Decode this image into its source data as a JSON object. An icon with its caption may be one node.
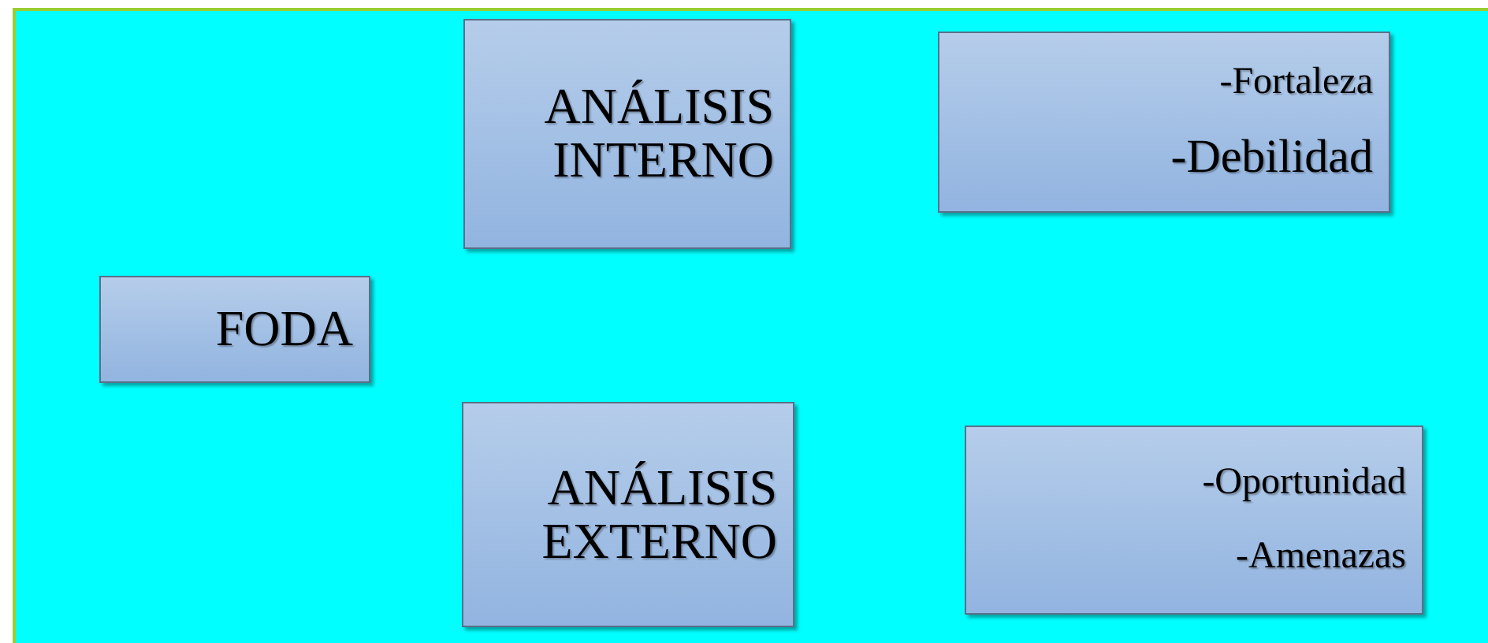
{
  "diagram": {
    "nodes": [
      {
        "text": [
          "FODA"
        ]
      },
      {
        "text": [
          "ANÁLISIS INTERNO"
        ]
      },
      {
        "text": [
          "-Fortaleza",
          "-Debilidad"
        ]
      },
      {
        "text": [
          "ANÁLISIS EXTERNO"
        ]
      },
      {
        "text": [
          "-Oportunidad",
          "-Amenazas"
        ]
      }
    ]
  }
}
